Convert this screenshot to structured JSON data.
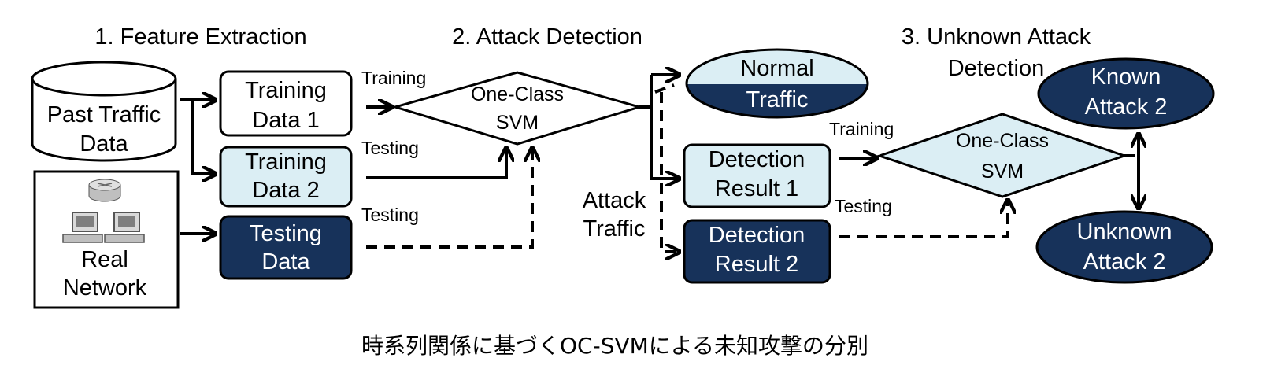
{
  "sections": {
    "feature_extraction": "1. Feature Extraction",
    "attack_detection": "2. Attack Detection",
    "unknown_line1": "3. Unknown Attack",
    "unknown_line2": "Detection"
  },
  "sources": {
    "past_traffic": [
      "Past Traffic",
      "Data"
    ],
    "real_network": [
      "Real",
      "Network"
    ]
  },
  "data_boxes": {
    "training1": [
      "Training",
      "Data 1"
    ],
    "training2": [
      "Training",
      "Data 2"
    ],
    "testing": [
      "Testing",
      "Data"
    ]
  },
  "flow_labels": {
    "training_a": "Training",
    "testing_a": "Testing",
    "testing_b": "Testing",
    "training_b": "Training",
    "testing_c": "Testing",
    "attack_traffic": [
      "Attack",
      "Traffic"
    ]
  },
  "svm1": [
    "One-Class",
    "SVM"
  ],
  "svm2": [
    "One-Class",
    "SVM"
  ],
  "outputs": {
    "normal_traffic": [
      "Normal",
      "Traffic"
    ],
    "detection1": [
      "Detection",
      "Result 1"
    ],
    "detection2": [
      "Detection",
      "Result 2"
    ],
    "known_attack": [
      "Known",
      "Attack 2"
    ],
    "unknown_attack": [
      "Unknown",
      "Attack 2"
    ]
  },
  "caption": "時系列関係に基づくOC-SVMによる未知攻撃の分別",
  "colors": {
    "dark_navy": "#17325a",
    "light_blue": "#dbeef4",
    "line": "#000000"
  }
}
